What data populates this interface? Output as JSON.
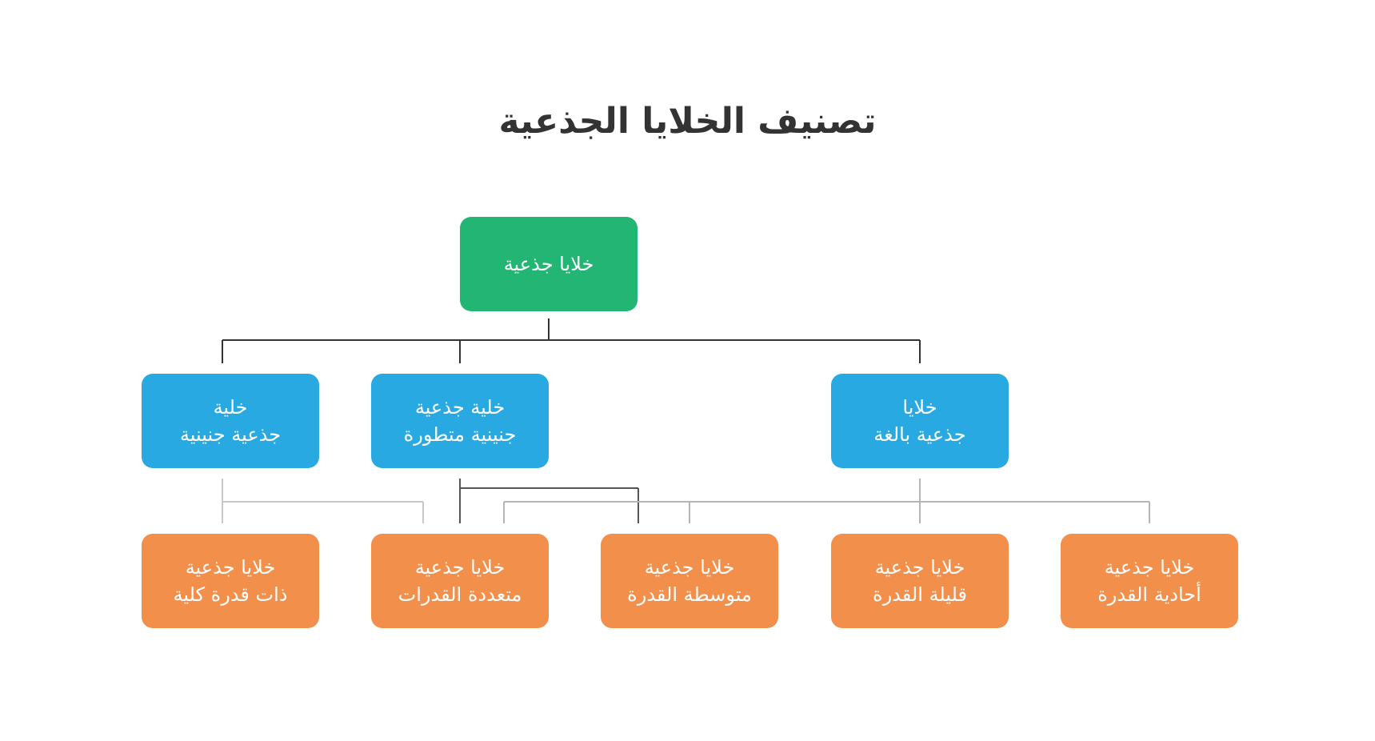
{
  "title": "تصنيف الخلايا الجذعية",
  "colors": {
    "root": "#22b573",
    "mid": "#29a9e1",
    "leaf": "#f18f4b",
    "connector_dark": "#333333",
    "connector_light": "#bdbdbd"
  },
  "root": {
    "lines": [
      "خلايا جذعية"
    ]
  },
  "middle": [
    {
      "lines": [
        "خلايا",
        "جذعية بالغة"
      ]
    },
    {
      "lines": [
        "خلية جذعية",
        "جنينية متطورة"
      ]
    },
    {
      "lines": [
        "خلية",
        "جذعية جنينية"
      ]
    }
  ],
  "leaves": [
    {
      "lines": [
        "خلايا جذعية",
        "أحادية القدرة"
      ]
    },
    {
      "lines": [
        "خلايا جذعية",
        "قليلة القدرة"
      ]
    },
    {
      "lines": [
        "خلايا جذعية",
        "متوسطة القدرة"
      ]
    },
    {
      "lines": [
        "خلايا جذعية",
        "متعددة القدرات"
      ]
    },
    {
      "lines": [
        "خلايا جذعية",
        "ذات قدرة كلية"
      ]
    }
  ]
}
